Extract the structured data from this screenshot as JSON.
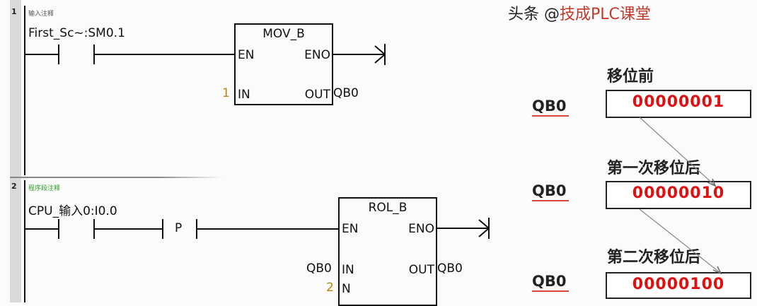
{
  "rungs": [
    {
      "number": "1",
      "comment": "输入注释",
      "comment_color": "#555555",
      "contact_label": "First_Sc~:SM0.1",
      "block": {
        "title": "MOV_B",
        "en": "EN",
        "eno": "ENO",
        "in_pin": "IN",
        "in_value": "1",
        "out_pin": "OUT",
        "out_value": "QB0"
      }
    },
    {
      "number": "2",
      "comment": "程序段注释",
      "comment_color": "#2e9e2e",
      "contact_label": "CPU_输入0:I0.0",
      "edge_label": "P",
      "block": {
        "title": "ROL_B",
        "en": "EN",
        "eno": "ENO",
        "in_pin": "IN",
        "in_value": "QB0",
        "n_pin": "N",
        "n_value": "2",
        "out_pin": "OUT",
        "out_value": "QB0"
      }
    }
  ],
  "illustration": {
    "states": [
      {
        "title": "移位前",
        "register": "QB0",
        "value": "00000001"
      },
      {
        "title": "第一次移位后",
        "register": "QB0",
        "value": "00000010"
      },
      {
        "title": "第二次移位后",
        "register": "QB0",
        "value": "00000100"
      }
    ],
    "value_color": "#e01010"
  },
  "watermark": {
    "prefix": "头条 @",
    "brand": "技成PLC课堂"
  }
}
